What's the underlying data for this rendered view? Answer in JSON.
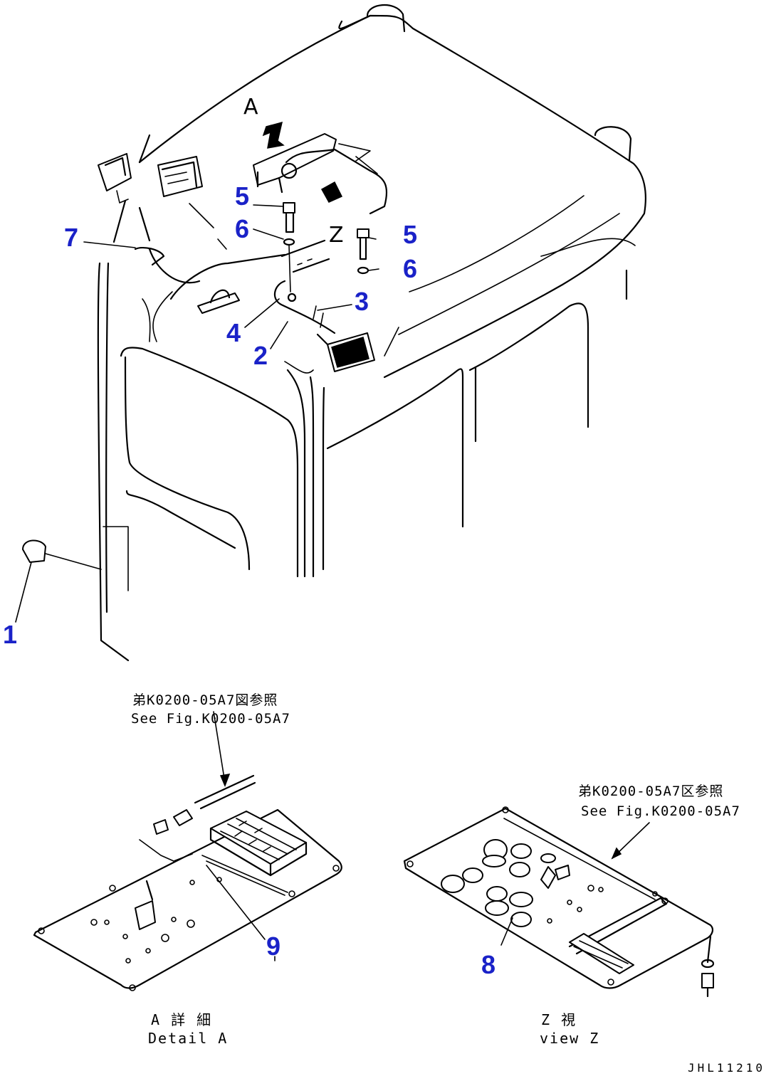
{
  "callouts": {
    "c1": "1",
    "c2": "2",
    "c3": "3",
    "c4": "4",
    "c5a": "5",
    "c5b": "5",
    "c6a": "6",
    "c6b": "6",
    "c7": "7",
    "c8": "8",
    "c9": "9"
  },
  "view_labels": {
    "arrow_a": "A",
    "arrow_z": "Z"
  },
  "notes": {
    "left_jp": "弟K0200-05A7図参照",
    "left_en": "See Fig.K0200-05A7",
    "right_jp": "弟K0200-05A7区参照",
    "right_en": "See Fig.K0200-05A7"
  },
  "captions": {
    "detail_jp": "A 詳 細",
    "detail_en": "Detail A",
    "view_jp": "Z 視",
    "view_en": "view Z"
  },
  "drawing_code": "JHL11210",
  "colors": {
    "callout": "#1a22c8",
    "line": "#000000",
    "background": "#ffffff"
  }
}
